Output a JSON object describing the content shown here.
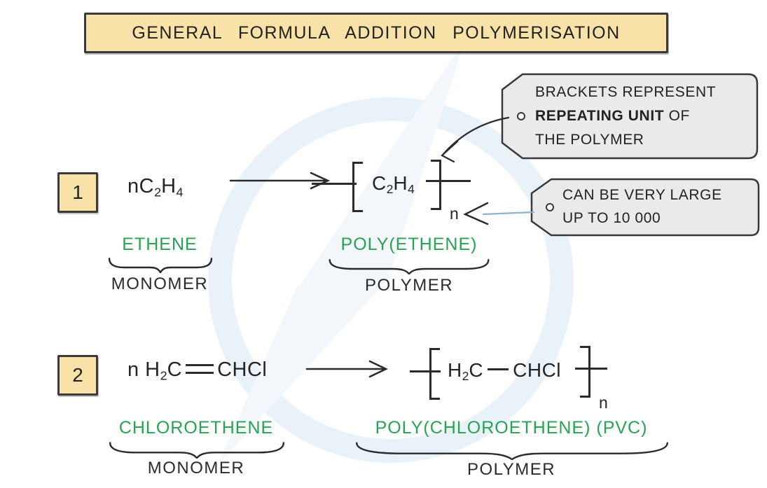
{
  "title": {
    "text": "GENERAL FORMULA ADDITION POLYMERISATION"
  },
  "callouts": {
    "repeating_unit": {
      "line1": "BRACKETS REPRESENT",
      "line2_bold": "REPEATING UNIT",
      "line2_rest": " OF",
      "line3": "THE POLYMER"
    },
    "chain_length": {
      "line1": "CAN BE VERY LARGE",
      "line2": "UP TO 10 000"
    }
  },
  "examples": [
    {
      "number": "1",
      "monomer": {
        "parts": {
          "p1": "nC",
          "s1": "2",
          "p2": "H",
          "s2": "4"
        },
        "name": "ETHENE",
        "role": "MONOMER"
      },
      "polymer": {
        "parts": {
          "p1": "C",
          "s1": "2",
          "p2": "H",
          "s2": "4"
        },
        "subscript": "n",
        "name": "POLY(ETHENE)",
        "role": "POLYMER"
      }
    },
    {
      "number": "2",
      "monomer": {
        "parts": {
          "p1": "n H",
          "s1": "2",
          "p2": "C",
          "p3": "CHCl"
        },
        "name": "CHLOROETHENE",
        "role": "MONOMER"
      },
      "polymer": {
        "parts": {
          "p1": "H",
          "s1": "2",
          "p2": "C",
          "p3": "CHCl"
        },
        "subscript": "n",
        "name": "POLY(CHLOROETHENE) (PVC)",
        "role": "POLYMER"
      }
    }
  ],
  "colors": {
    "accent_green": "#28a253",
    "panel_tan": "#f8e2a8",
    "tag_grey": "#eaeaea",
    "ink": "#2b2b2b",
    "leader_blue": "#90b4cc",
    "watermark_blue": "#eaf2f9"
  }
}
